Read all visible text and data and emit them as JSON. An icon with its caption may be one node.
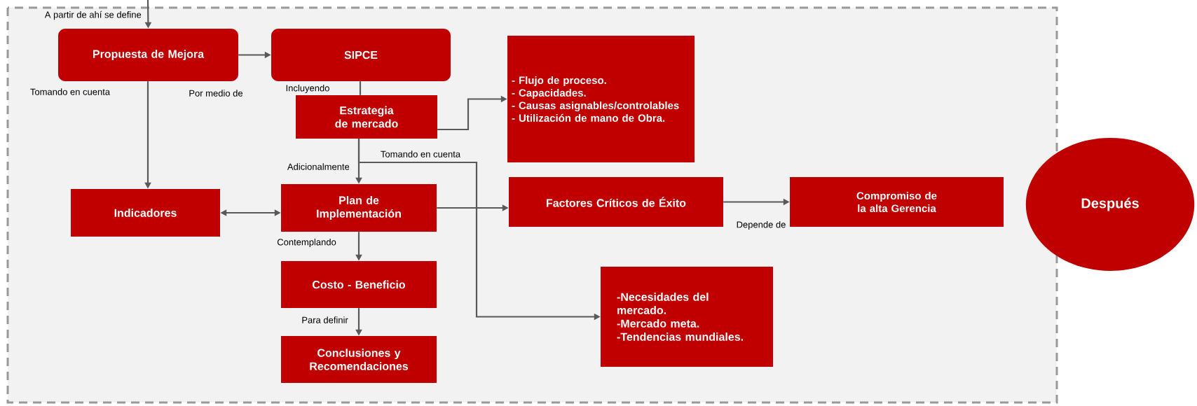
{
  "diagram": {
    "nodes": [
      {
        "text": [
          "Propuesta de Mejora"
        ]
      },
      {
        "text": [
          "SIPCE"
        ]
      },
      {
        "text": [
          "Estrategia de mercado"
        ]
      },
      {
        "text": [
          "- Flujo de proceso.",
          "- Capacidades.",
          "- Causas asignables/controlables",
          "- Utilización de mano de Obra."
        ]
      },
      {
        "text": [
          "Indicadores"
        ]
      },
      {
        "text": [
          "Plan de Implementación"
        ]
      },
      {
        "text": [
          "Factores Críticos de Éxito"
        ]
      },
      {
        "text": [
          "Compromiso de la alta Gerencia"
        ]
      },
      {
        "text": [
          "Costo - Beneficio"
        ]
      },
      {
        "text": [
          "-Necesidades del mercado.",
          "-Mercado meta.",
          "-Tendencias mundiales."
        ]
      },
      {
        "text": [
          "Conclusiones y Recomendaciones"
        ]
      },
      {
        "text": [
          "Después"
        ]
      }
    ],
    "edges": [
      {
        "from": null,
        "to": 0,
        "arrow": "to",
        "label": "A partir de ahí se define"
      },
      {
        "from": 0,
        "to": 1,
        "arrow": "to",
        "label": "Por medio de"
      },
      {
        "from": 0,
        "to": 4,
        "arrow": "to",
        "label": "Tomando en cuenta"
      },
      {
        "from": 4,
        "to": 5,
        "arrow": "both"
      },
      {
        "from": 1,
        "to": 2,
        "arrow": "none",
        "label": "Incluyendo"
      },
      {
        "from": 2,
        "to": 3,
        "arrow": "to"
      },
      {
        "from": 2,
        "to": 5,
        "arrow": "to",
        "label": "Adicionalmente"
      },
      {
        "from": 2,
        "to": 9,
        "arrow": "to",
        "label": "Tomando en cuenta"
      },
      {
        "from": 5,
        "to": 6,
        "arrow": "to"
      },
      {
        "from": 5,
        "to": 8,
        "arrow": "to",
        "label": "Contemplando"
      },
      {
        "from": 8,
        "to": 10,
        "arrow": "to",
        "label": "Para definir"
      },
      {
        "from": 6,
        "to": 7,
        "arrow": "to",
        "label": "Depende de"
      }
    ]
  }
}
